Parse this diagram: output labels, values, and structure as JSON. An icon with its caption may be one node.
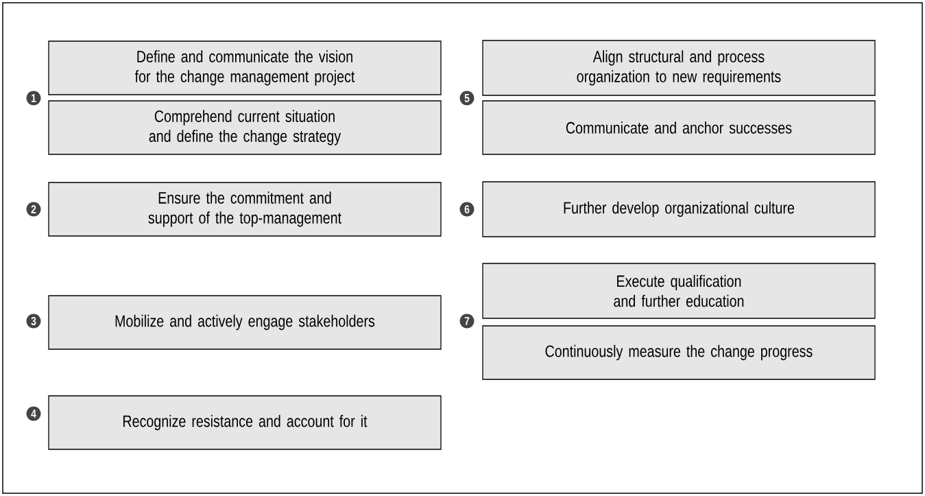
{
  "diagram": {
    "nodes": [
      {
        "text": [
          "1"
        ]
      },
      {
        "text": [
          "Define and communicate the vision for the change management project"
        ]
      },
      {
        "text": [
          "Comprehend current situation and define the change strategy"
        ]
      },
      {
        "text": [
          "2"
        ]
      },
      {
        "text": [
          "Ensure the commitment and support of the top-management"
        ]
      },
      {
        "text": [
          "3"
        ]
      },
      {
        "text": [
          "Mobilize and actively engage stakeholders"
        ]
      },
      {
        "text": [
          "4"
        ]
      },
      {
        "text": [
          "Recognize resistance and account for it"
        ]
      },
      {
        "text": [
          "5"
        ]
      },
      {
        "text": [
          "Align structural and process organization to new requirements"
        ]
      },
      {
        "text": [
          "Communicate and anchor successes"
        ]
      },
      {
        "text": [
          "6"
        ]
      },
      {
        "text": [
          "Further develop organizational culture"
        ]
      },
      {
        "text": [
          "7"
        ]
      },
      {
        "text": [
          "Execute qualification and further education"
        ]
      },
      {
        "text": [
          "Continuously measure the change progress"
        ]
      }
    ]
  }
}
